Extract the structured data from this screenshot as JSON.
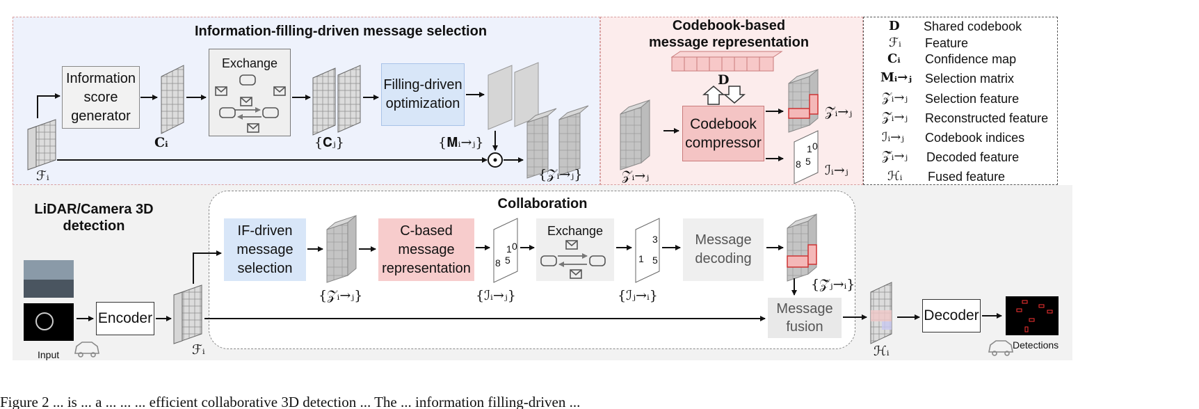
{
  "top_left": {
    "title": "Information-filling-driven message selection",
    "score_box": "Information score generator",
    "exchange": "Exchange",
    "filling_box": "Filling-driven optimization",
    "label_Ci": "𝐂ᵢ",
    "label_Cj": "{𝐂ⱼ}",
    "label_M": "{𝐌ᵢ→ⱼ}",
    "label_Z": "{𝒵ᵢ→ⱼ}",
    "label_F": "ℱᵢ"
  },
  "top_mid": {
    "title_1": "Codebook-based",
    "title_2": "message representation",
    "label_D": "𝐃",
    "compressor": "Codebook compressor",
    "label_Z_in": "𝒵ᵢ→ⱼ",
    "label_Z_rec": "𝒵̄ᵢ→ⱼ",
    "label_I": "ℐᵢ→ⱼ",
    "grid_digits": [
      "8",
      "5",
      "1",
      "0"
    ]
  },
  "legend": [
    {
      "symbol": "𝐃",
      "text": "Shared codebook"
    },
    {
      "symbol": "ℱᵢ",
      "text": "Feature"
    },
    {
      "symbol": "𝐂ᵢ",
      "text": "Confidence map"
    },
    {
      "symbol": "𝐌ᵢ→ⱼ",
      "text": "Selection matrix"
    },
    {
      "symbol": "𝒵ᵢ→ⱼ",
      "text": "Selection feature"
    },
    {
      "symbol": "𝒵̄ᵢ→ⱼ",
      "text": "Reconstructed feature"
    },
    {
      "symbol": "ℐᵢ→ⱼ",
      "text": "Codebook indices"
    },
    {
      "symbol": "𝒵̂ᵢ→ⱼ",
      "text": "Decoded feature"
    },
    {
      "symbol": "ℋᵢ",
      "text": "Fused feature"
    }
  ],
  "bottom": {
    "title_1": "LiDAR/Camera 3D",
    "title_2": "detection",
    "collab_title": "Collaboration",
    "if_box": "IF-driven message selection",
    "cb_box": "C-based message representation",
    "exchange": "Exchange",
    "decoding": "Message decoding",
    "fusion": "Message fusion",
    "encoder": "Encoder",
    "decoder": "Decoder",
    "input": "Input",
    "detections": "Detections",
    "label_Z": "{𝒵ᵢ→ⱼ}",
    "label_I": "{ℐᵢ→ⱼ}",
    "label_Iji": "{ℐⱼ→ᵢ}",
    "label_Zhat": "{𝒵̂ⱼ→ᵢ}",
    "label_F": "ℱᵢ",
    "label_H": "ℋᵢ",
    "grid1_digits": [
      "8",
      "5",
      "1",
      "0"
    ],
    "grid2_digits": [
      "1",
      "5",
      "3"
    ]
  },
  "caption": "Figure 2 ... is ... a ... ... ... efficient collaborative 3D detection ... The ... information filling-driven ..."
}
